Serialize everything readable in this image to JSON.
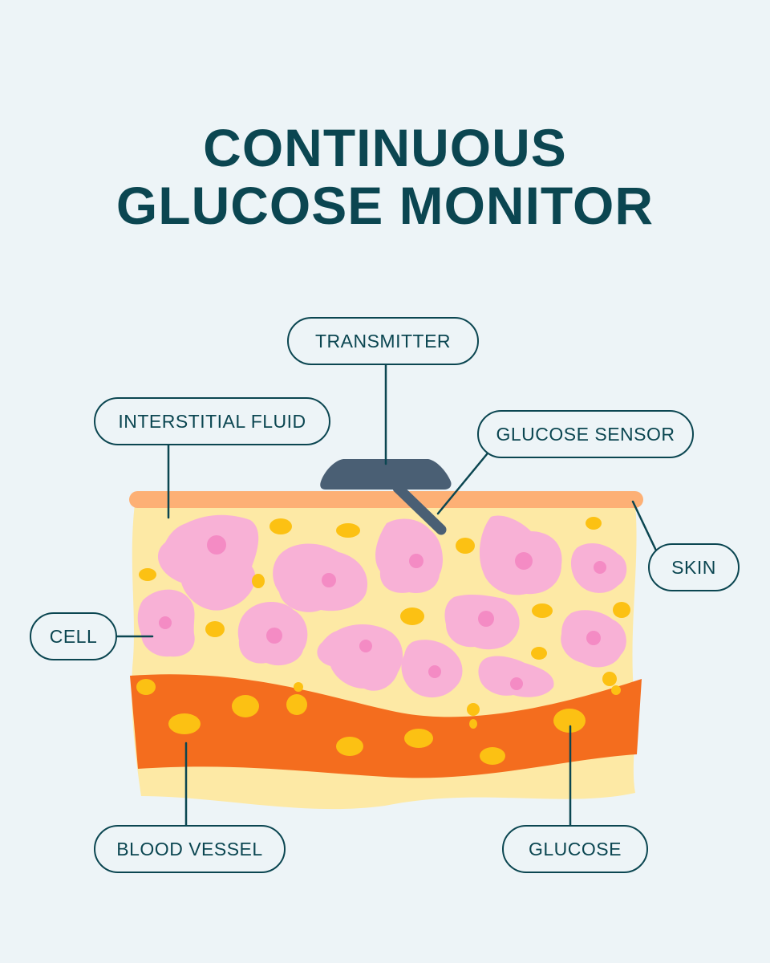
{
  "title": {
    "line1": "CONTINUOUS",
    "line2": "GLUCOSE MONITOR"
  },
  "labels": {
    "transmitter": "TRANSMITTER",
    "interstitial_fluid": "INTERSTITIAL FLUID",
    "glucose_sensor": "GLUCOSE SENSOR",
    "skin": "SKIN",
    "cell": "CELL",
    "blood_vessel": "BLOOD VESSEL",
    "glucose": "GLUCOSE"
  },
  "colors": {
    "background": "#edf4f7",
    "ink": "#0b4651",
    "skin": "#fdb075",
    "tissue": "#fde9a5",
    "cell": "#f8b1d6",
    "nucleus": "#f48bc4",
    "blood_vessel": "#f46d1e",
    "glucose": "#fcc113",
    "device": "#4a5f74"
  }
}
